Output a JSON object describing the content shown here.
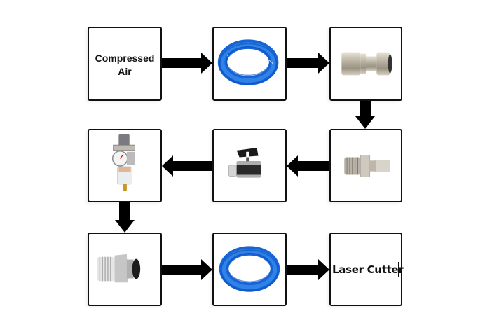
{
  "diagram": {
    "title": "Compressed air supply chain to laser cutter",
    "nodes": [
      {
        "id": "compressed-air",
        "label": "Compressed Air",
        "lines": [
          "Compressed",
          "Air"
        ],
        "kind": "text"
      },
      {
        "id": "hose-1",
        "label": "",
        "kind": "image",
        "icon": "blue-air-hose-coil"
      },
      {
        "id": "female-coupler",
        "label": "",
        "kind": "image",
        "icon": "quick-connect-female-coupler"
      },
      {
        "id": "male-plug",
        "label": "",
        "kind": "image",
        "icon": "quick-connect-male-plug"
      },
      {
        "id": "ball-valve",
        "label": "",
        "kind": "image",
        "icon": "mini-ball-valve"
      },
      {
        "id": "filter-regulator",
        "label": "",
        "kind": "image",
        "icon": "filter-regulator-with-gauge"
      },
      {
        "id": "push-fitting",
        "label": "",
        "kind": "image",
        "icon": "push-to-connect-fitting"
      },
      {
        "id": "hose-2",
        "label": "",
        "kind": "image",
        "icon": "blue-air-hose-coil"
      },
      {
        "id": "laser-cutter",
        "label": "Laser Cutter",
        "kind": "text"
      }
    ],
    "edges": [
      {
        "from": "compressed-air",
        "to": "hose-1",
        "direction": "right"
      },
      {
        "from": "hose-1",
        "to": "female-coupler",
        "direction": "right"
      },
      {
        "from": "female-coupler",
        "to": "male-plug",
        "direction": "down"
      },
      {
        "from": "male-plug",
        "to": "ball-valve",
        "direction": "left"
      },
      {
        "from": "ball-valve",
        "to": "filter-regulator",
        "direction": "left"
      },
      {
        "from": "filter-regulator",
        "to": "push-fitting",
        "direction": "down"
      },
      {
        "from": "push-fitting",
        "to": "hose-2",
        "direction": "right"
      },
      {
        "from": "hose-2",
        "to": "laser-cutter",
        "direction": "right"
      }
    ],
    "colors": {
      "border": "#111111",
      "arrow": "#000000",
      "hose": "#1a73e8",
      "metal": "#c9c2b5",
      "accent_orange": "#e8761c"
    }
  }
}
